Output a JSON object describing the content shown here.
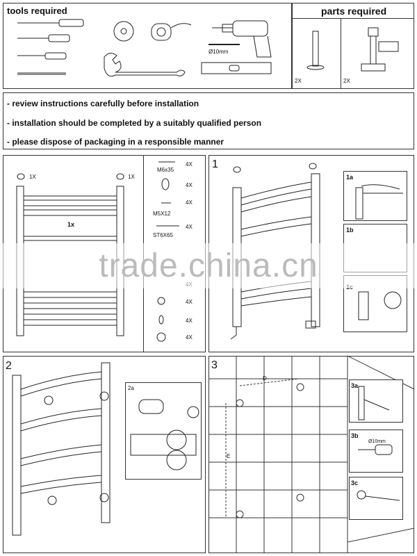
{
  "tools": {
    "title": "tools required",
    "drill_size": "Ø10mm"
  },
  "parts": {
    "title": "parts required",
    "qty_pipe": "2X",
    "qty_valve": "2X"
  },
  "notes": [
    "- review instructions carefully before installation",
    "- installation should be completed by a suitably qualified person",
    "- please dispose of packaging in a responsible manner"
  ],
  "kit": {
    "cap_qty_left": "1X",
    "cap_qty_right": "1X",
    "radiator_qty": "1x",
    "items": [
      {
        "label": "M6x35",
        "qty": "4X"
      },
      {
        "label": "",
        "qty": "4X"
      },
      {
        "label": "M5X12",
        "qty": "4X"
      },
      {
        "label": "ST6X65",
        "qty": "4X"
      },
      {
        "label": "",
        "qty": "4X"
      },
      {
        "label": "",
        "qty": "4X"
      },
      {
        "label": "",
        "qty": "4X"
      },
      {
        "label": "",
        "qty": "4X"
      }
    ]
  },
  "steps": {
    "s1": "1",
    "s1a": "1a",
    "s1b": "1b",
    "s1c": "1c",
    "s2": "2",
    "s2a": "2a",
    "s3": "3",
    "s3a": "3a",
    "s3b": "3b",
    "s3c": "3c",
    "dim_d": "D",
    "dim_e": "E",
    "drill_3b": "Ø10mm"
  },
  "watermark": "trade.china.cn"
}
